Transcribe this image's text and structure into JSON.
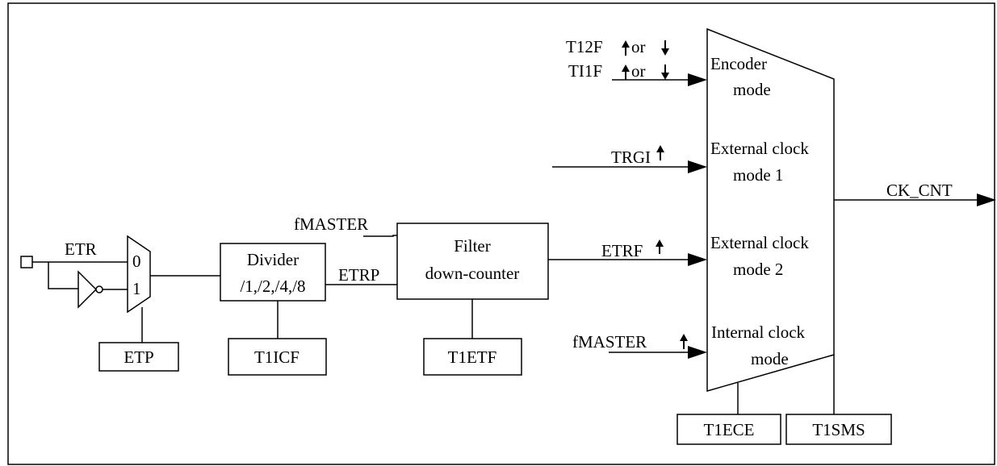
{
  "etr_pin": {
    "label": "ETR"
  },
  "polarity_mux": {
    "input0": "0",
    "input1": "1"
  },
  "etp_box": {
    "label": "ETP"
  },
  "divider": {
    "line1": "Divider",
    "line2": "/1,/2,/4,/8"
  },
  "t1icf_box": {
    "label": "T1ICF"
  },
  "etrp_signal": {
    "label": "ETRP"
  },
  "fmaster_filter": {
    "label": "fMASTER"
  },
  "filter": {
    "line1": "Filter",
    "line2": "down-counter"
  },
  "t1etf_box": {
    "label": "T1ETF"
  },
  "etrf_signal": {
    "label": "ETRF"
  },
  "trgi_signal": {
    "label": "TRGI"
  },
  "ti2f_signal": {
    "prefix": "T12F",
    "or": "or"
  },
  "ti1f_signal": {
    "prefix": "TI1F",
    "or": "or"
  },
  "fmaster_internal": {
    "label": "fMASTER"
  },
  "clock_mux": {
    "encoder_line1": "Encoder",
    "encoder_line2": "mode",
    "ext1_line1": "External clock",
    "ext1_line2": "mode 1",
    "ext2_line1": "External clock",
    "ext2_line2": "mode 2",
    "internal_line1": "Internal clock",
    "internal_line2": "mode"
  },
  "t1ece_box": {
    "label": "T1ECE"
  },
  "t1sms_box": {
    "label": "T1SMS"
  },
  "output_signal": {
    "label": "CK_CNT"
  }
}
